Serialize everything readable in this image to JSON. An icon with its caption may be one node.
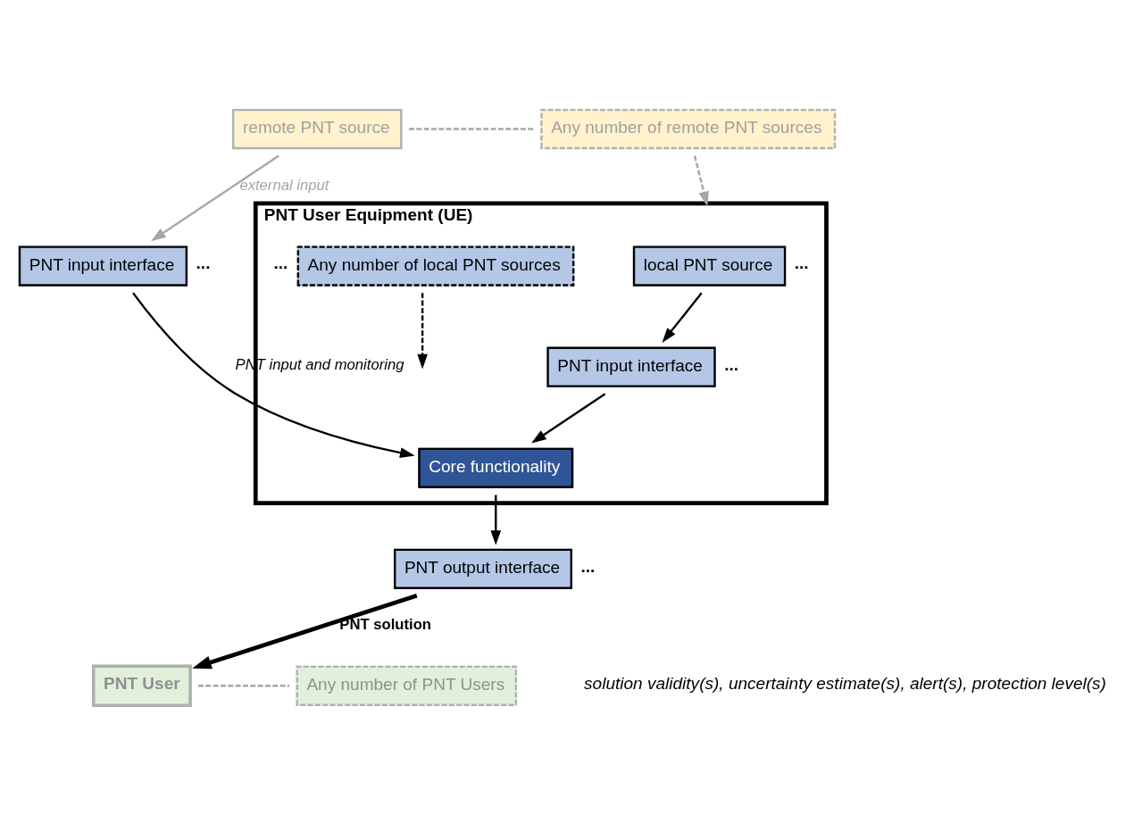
{
  "diagram": {
    "nodes": [
      {
        "text": [
          "remote PNT source"
        ]
      },
      {
        "text": [
          "Any number of remote PNT sources"
        ]
      },
      {
        "text": [
          "PNT User Equipment (UE)"
        ]
      },
      {
        "text": [
          "PNT input interface"
        ],
        "beside": [
          "..."
        ]
      },
      {
        "text": [
          "local PNT source"
        ],
        "in": 2,
        "beside": [
          "..."
        ]
      },
      {
        "text": [
          "Any number of local PNT sources"
        ],
        "in": 2,
        "beside": [
          "..."
        ]
      },
      {
        "text": [
          "PNT input interface"
        ],
        "in": 2,
        "beside": [
          "..."
        ]
      },
      {
        "text": [
          "Core functionality"
        ],
        "in": 2
      },
      {
        "text": [
          "PNT output interface"
        ],
        "beside": [
          "..."
        ]
      },
      {
        "text": [
          "PNT User"
        ]
      },
      {
        "text": [
          "Any number of PNT Users"
        ]
      }
    ],
    "edges": [
      {
        "from": 0,
        "to": 1,
        "arrow": "none",
        "style": "dashed",
        "color": "#a6a6a6"
      },
      {
        "from": 0,
        "to": 3,
        "arrow": "to",
        "label": "external input",
        "color": "#a6a6a6"
      },
      {
        "from": 1,
        "to": 2,
        "arrow": "to",
        "style": "dashed",
        "color": "#a6a6a6"
      },
      {
        "from": 4,
        "to": 6,
        "arrow": "to"
      },
      {
        "from": 5,
        "to": null,
        "arrow": "to",
        "style": "dashed"
      },
      {
        "from": 3,
        "to": 7,
        "arrow": "to",
        "label": "PNT input and monitoring"
      },
      {
        "from": 6,
        "to": 7,
        "arrow": "to"
      },
      {
        "from": 7,
        "to": 8,
        "arrow": "to"
      },
      {
        "from": 8,
        "to": 9,
        "arrow": "to",
        "label": "PNT solution",
        "style": "thick"
      },
      {
        "from": 9,
        "to": 10,
        "arrow": "none",
        "style": "dashed",
        "color": "#a6a6a6"
      }
    ],
    "labels": [
      "solution validity(s), uncertainty estimate(s), alert(s), protection level(s)"
    ]
  }
}
